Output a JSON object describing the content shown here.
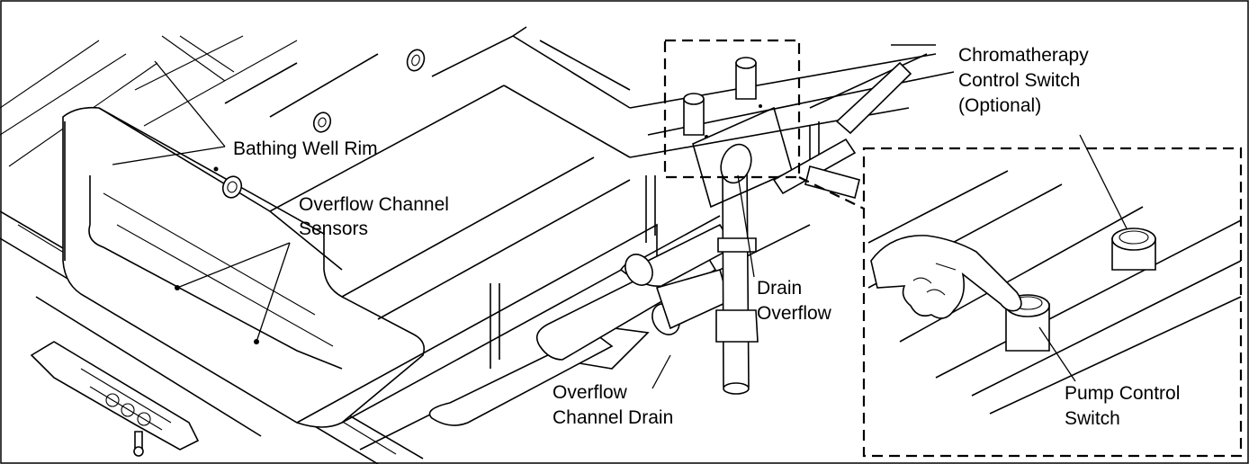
{
  "labels": {
    "bathing_well_rim": "Bathing Well Rim",
    "overflow_channel_sensors_1": "Overflow Channel",
    "overflow_channel_sensors_2": "Sensors",
    "drain_overflow_1": "Drain",
    "drain_overflow_2": "Overflow",
    "overflow_channel_drain_1": "Overflow",
    "overflow_channel_drain_2": "Channel Drain",
    "chromatherapy_1": "Chromatherapy",
    "chromatherapy_2": "Control Switch",
    "chromatherapy_3": "(Optional)",
    "pump_control_1": "Pump Control",
    "pump_control_2": "Switch"
  }
}
